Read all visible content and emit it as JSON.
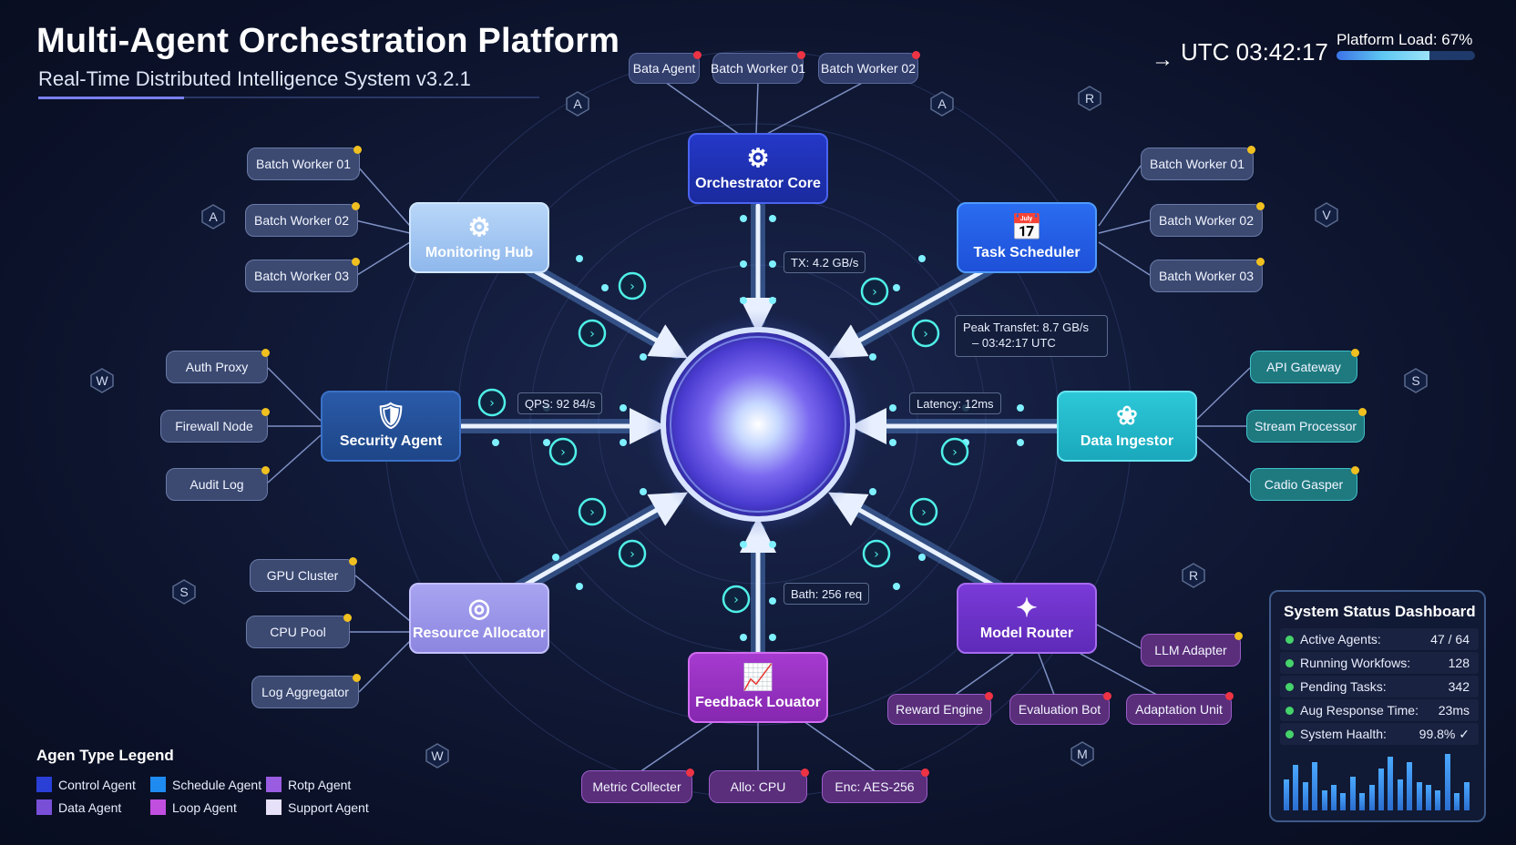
{
  "header": {
    "title": "Multi-Agent Orchestration Platform",
    "subtitle": "Real-Time Distributed Intelligence System v3.2.1",
    "clock": "UTC 03:42:17",
    "load_label": "Platform Load:  67%",
    "load_fraction": 0.67
  },
  "hub": {
    "name": "central-hub"
  },
  "nodes": {
    "orchestrator": {
      "label": "Orchestrator Core",
      "icon": "gear-icon"
    },
    "monitoring": {
      "label": "Monitoring Hub",
      "icon": "gear-icon"
    },
    "scheduler": {
      "label": "Task Scheduler",
      "icon": "calendar-icon"
    },
    "security": {
      "label": "Security Agent",
      "icon": "shield-icon"
    },
    "ingestor": {
      "label": "Data Ingestor",
      "icon": "network-icon"
    },
    "allocator": {
      "label": "Resource Allocator",
      "icon": "target-icon"
    },
    "router": {
      "label": "Model Router",
      "icon": "branch-icon"
    },
    "feedback": {
      "label": "Feedback Louator",
      "icon": "chart-icon"
    }
  },
  "pills": {
    "orch_1": "Bata Agent",
    "orch_2": "Batch Worker 01",
    "orch_3": "Batch Worker 02",
    "mon_1": "Batch Worker 01",
    "mon_2": "Batch Worker 02",
    "mon_3": "Batch Worker 03",
    "sch_1": "Batch Worker 01",
    "sch_2": "Batch Worker 02",
    "sch_3": "Batch Worker 03",
    "sec_1": "Auth Proxy",
    "sec_2": "Firewall Node",
    "sec_3": "Audit Log",
    "ing_1": "API Gateway",
    "ing_2": "Stream Processor",
    "ing_3": "Cadio Gasper",
    "alloc_1": "GPU Cluster",
    "alloc_2": "CPU Pool",
    "alloc_3": "Log Aggregator",
    "rout_1": "LLM Adapter",
    "rout_2": "Reward Engine",
    "rout_3": "Evaluation Bot",
    "rout_4": "Adaptation Unit",
    "fb_1": "Metric Collecter",
    "fb_2": "Allo: CPU",
    "fb_3": "Enc: AES-256"
  },
  "flow_tags": {
    "tx": "TX: 4.2 GB/s",
    "qps": "QPS: 92 84/s",
    "latency": "Latency: 12ms",
    "batch": "Bath: 256 req",
    "peak_line1": "Peak Transfet: 8.7 GB/s",
    "peak_line2": "– 03:42:17 UTC"
  },
  "hex_markers": [
    "A",
    "A",
    "R",
    "A",
    "V",
    "W",
    "S",
    "S",
    "R",
    "W",
    "M"
  ],
  "legend": {
    "title": "Agen Type Legend",
    "items": [
      {
        "label": "Control Agent",
        "color": "#2a3fd6"
      },
      {
        "label": "Schedule Agent",
        "color": "#1f8af0"
      },
      {
        "label": "Rotp Agent",
        "color": "#9a5ce0"
      },
      {
        "label": "Data Agent",
        "color": "#7a4fd8"
      },
      {
        "label": "Loop Agent",
        "color": "#c04fe0"
      },
      {
        "label": "Support Agent",
        "color": "#e6e0f8"
      }
    ]
  },
  "dashboard": {
    "title": "System Status Dashboard",
    "rows": [
      {
        "label": "Active Agents:",
        "value": "47 / 64"
      },
      {
        "label": "Running Workfows:",
        "value": "128"
      },
      {
        "label": "Pending Tasks:",
        "value": "342"
      },
      {
        "label": "Aug Response Time:",
        "value": "23ms"
      },
      {
        "label": "System Haalth:",
        "value": "99.8% ✓"
      }
    ],
    "bar_values": [
      0.55,
      0.8,
      0.5,
      0.85,
      0.35,
      0.45,
      0.3,
      0.6,
      0.3,
      0.45,
      0.75,
      0.95,
      0.55,
      0.85,
      0.5,
      0.45,
      0.35,
      1.0,
      0.3,
      0.5
    ]
  }
}
